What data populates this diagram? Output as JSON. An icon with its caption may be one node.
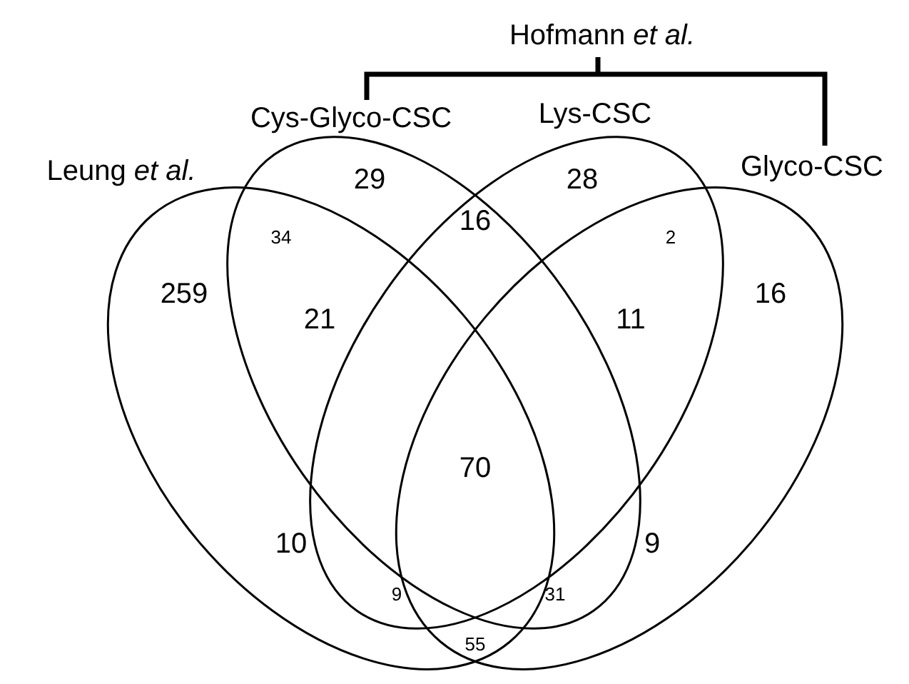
{
  "diagram": {
    "labels": [
      "Hofmann *et al.*",
      "Cys-Glyco-CSC",
      "Lys-CSC",
      "Leung *et al.*",
      "29",
      "28",
      "Glyco-CSC",
      "16",
      "34",
      "2",
      "259",
      "21",
      "11",
      "16",
      "70",
      "10",
      "9",
      "9",
      "31",
      "55"
    ]
  }
}
